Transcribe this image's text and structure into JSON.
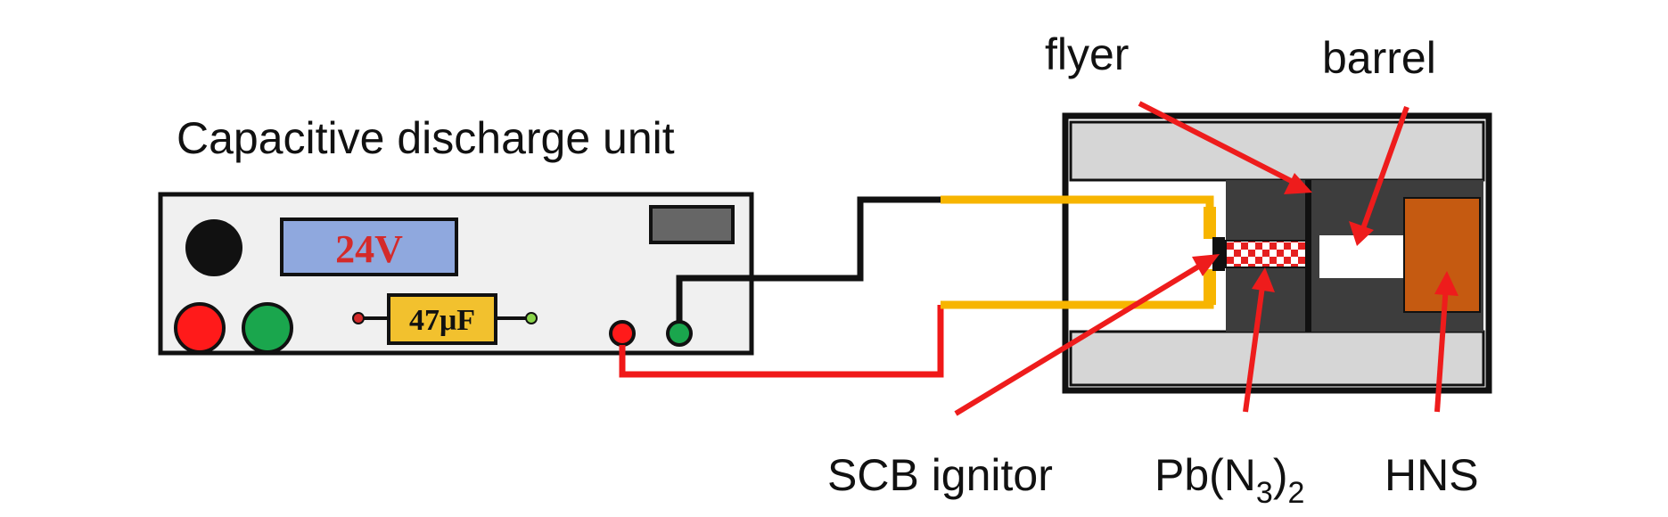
{
  "colors": {
    "background": "#ffffff",
    "outline": "#111111",
    "unit_body": "#f0f0f0",
    "display": "#8fa8de",
    "display_text": "#d42a2a",
    "capacitor": "#f2c12e",
    "red_button": "#ff1a1a",
    "green_button": "#1aa64d",
    "wire_black": "#111111",
    "wire_red": "#f01818",
    "wire_yellow": "#f7b500",
    "housing_light": "#d6d6d6",
    "housing_dark": "#3d3d3d",
    "lead_azide": "#e52020",
    "hns": "#c55a11",
    "arrow": "#ee1c1c"
  },
  "labels": {
    "unit": "Capacitive discharge unit",
    "voltage": "24V",
    "capacitance": "47μF",
    "flyer": "flyer",
    "barrel": "barrel",
    "scb": "SCB ignitor",
    "pb_main": "Pb(N",
    "pb_sub1": "3",
    "pb_close": ")",
    "pb_sub2": "2",
    "hns": "HNS"
  }
}
